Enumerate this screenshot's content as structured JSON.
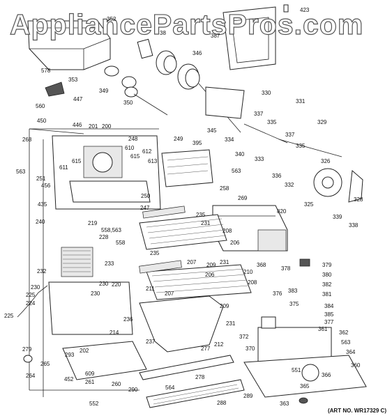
{
  "watermark": "AppliancePartsPros.com",
  "art_no": "(ART NO. WR17329 C)",
  "labels": {
    "l352": "352",
    "l38": "38",
    "l387": "387",
    "l423": "423",
    "l346": "346",
    "l578": "578",
    "l353": "353",
    "l349": "349",
    "l447": "447",
    "l350": "350",
    "l560": "560",
    "l330": "330",
    "l331": "331",
    "l450": "450",
    "l446": "446",
    "l337a": "337",
    "l345": "345",
    "l335a": "335",
    "l329": "329",
    "l268": "268",
    "l201": "201",
    "l200": "200",
    "l248": "248",
    "l249": "249",
    "l334": "334",
    "l340": "340",
    "l337b": "337",
    "l333": "333",
    "l335b": "335",
    "l610": "610",
    "l612": "612",
    "l395": "395",
    "l326": "326",
    "l611": "611",
    "l615a": "615",
    "l615b": "615",
    "l613": "613",
    "l563a": "563",
    "l563b": "563",
    "l336": "336",
    "l332": "332",
    "l251": "251",
    "l456": "456",
    "l250": "250",
    "l258": "258",
    "l269": "269",
    "l325": "325",
    "l328": "328",
    "l435": "435",
    "l247": "247",
    "l235a": "235",
    "l820": "820",
    "l339": "339",
    "l240": "240",
    "l219": "219",
    "l231a": "231",
    "l338": "338",
    "l558a": "558,563",
    "l208a": "208",
    "l228": "228",
    "l558b": "558",
    "l206a": "206",
    "l368": "368",
    "l235b": "235",
    "l207a": "207",
    "l209a": "209",
    "l231b": "231",
    "l233": "233",
    "l378": "378",
    "l379": "379",
    "l232": "232",
    "l210": "210",
    "l380": "380",
    "l206b": "206",
    "l208b": "208",
    "l382": "382",
    "l230a": "230",
    "l220": "220",
    "l211": "211",
    "l207b": "207",
    "l383": "383",
    "l230b": "230",
    "l381": "381",
    "l225a": "225",
    "l376": "376",
    "l375": "375",
    "l384": "384",
    "l224": "224",
    "l385": "385",
    "l209b": "209",
    "l377": "377",
    "l236": "236",
    "l231c": "231",
    "l225b": "225",
    "l361": "361",
    "l372": "372",
    "l214": "214",
    "l237": "237",
    "l362": "362",
    "l563c": "563",
    "l279": "279",
    "l212": "212",
    "l277": "277",
    "l370": "370",
    "l202": "202",
    "l364": "364",
    "l293": "293",
    "l265": "265",
    "l360": "360",
    "l264": "264",
    "l609": "609",
    "l551": "551",
    "l278": "278",
    "l366": "366",
    "l452": "452",
    "l261": "261",
    "l260": "260",
    "l564": "564",
    "l365": "365",
    "l289": "289",
    "l290": "290",
    "l552": "552",
    "l288": "288",
    "l363": "363"
  }
}
